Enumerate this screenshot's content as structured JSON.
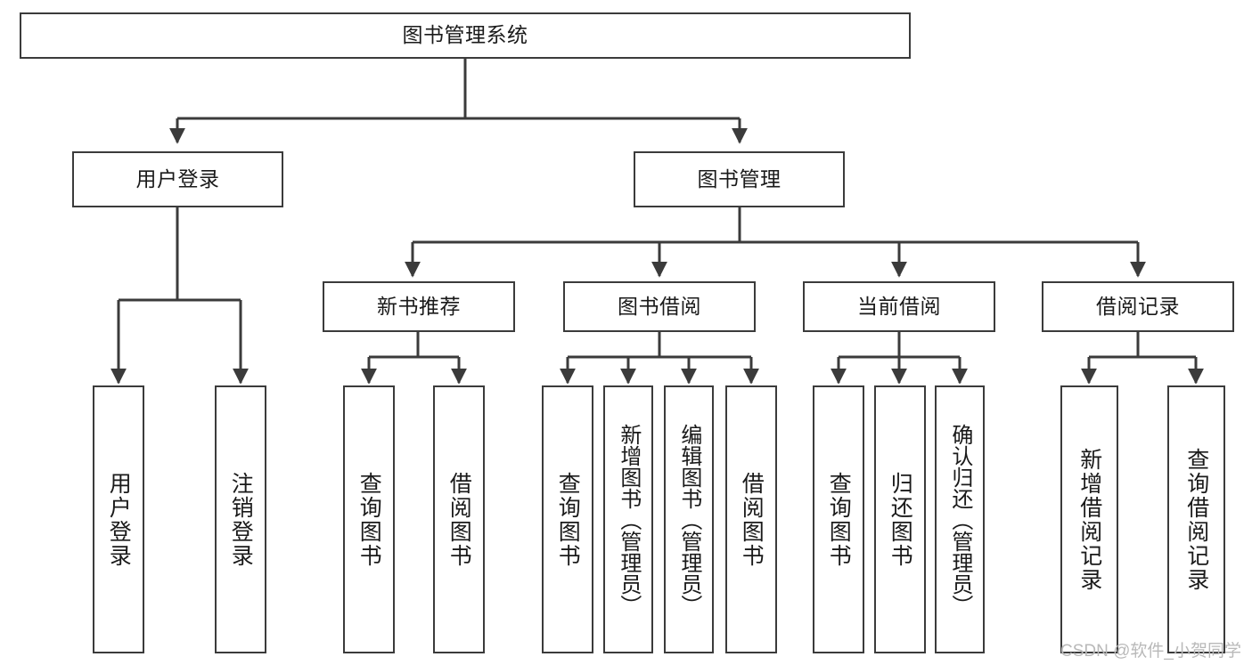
{
  "diagram": {
    "title": "图书管理系统",
    "type": "tree-hierarchy-chart",
    "line_color": "#3b3b3b",
    "background_color": "#ffffff",
    "text_color": "#1a1a1a"
  },
  "root": {
    "label": "图书管理系统"
  },
  "level2": [
    {
      "label": "用户登录"
    },
    {
      "label": "图书管理"
    }
  ],
  "level3": [
    {
      "label": "新书推荐"
    },
    {
      "label": "图书借阅"
    },
    {
      "label": "当前借阅"
    },
    {
      "label": "借阅记录"
    }
  ],
  "leaves": {
    "user_login": [
      {
        "label": "用户登录"
      },
      {
        "label": "注销登录"
      }
    ],
    "new_book_recommend": [
      {
        "label": "查询图书"
      },
      {
        "label": "借阅图书"
      }
    ],
    "book_borrow": [
      {
        "label": "查询图书"
      },
      {
        "label": "新增图书（管理员）"
      },
      {
        "label": "编辑图书（管理员）"
      },
      {
        "label": "借阅图书"
      }
    ],
    "current_borrow": [
      {
        "label": "查询图书"
      },
      {
        "label": "归还图书"
      },
      {
        "label": "确认归还（管理员）"
      }
    ],
    "borrow_record": [
      {
        "label": "新增借阅记录"
      },
      {
        "label": "查询借阅记录"
      }
    ]
  },
  "watermark": {
    "text": "CSDN @软件_小贺同学"
  }
}
